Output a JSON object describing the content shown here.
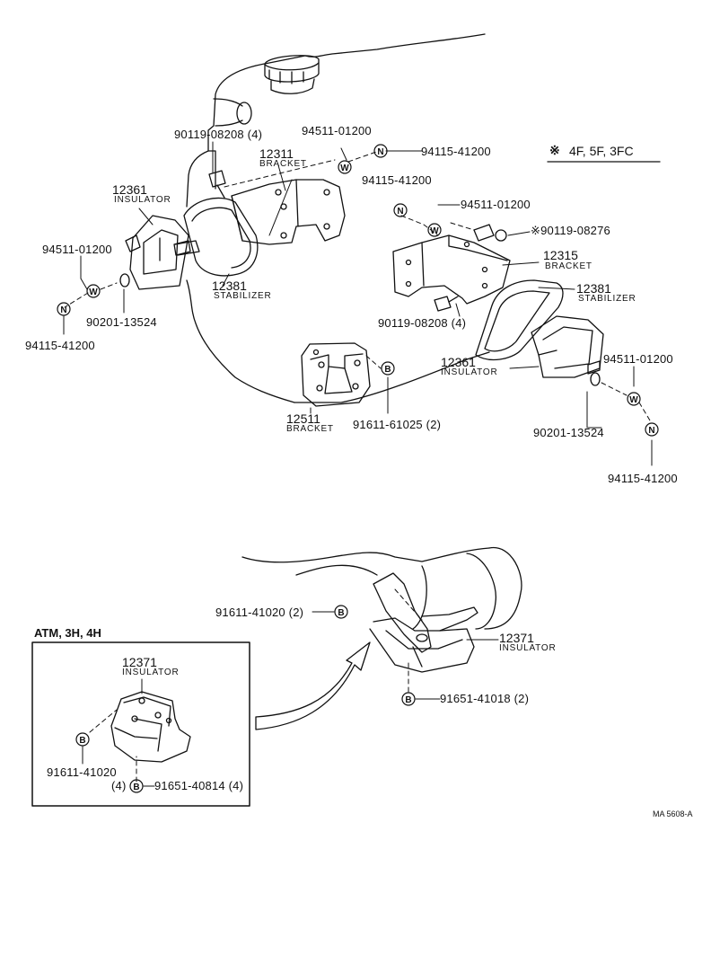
{
  "note": {
    "symbol": "※",
    "text": "4F, 5F, 3FC"
  },
  "inset": {
    "title": "ATM, 3H, 4H"
  },
  "drawing_code": "MA 5608-A",
  "callouts": {
    "c1_pn": "90119-08208 (4)",
    "c2_pn": "94511-01200",
    "c3_pn": "12311",
    "c3_nm": "BRACKET",
    "c4_pn": "94115-41200",
    "c5_pn": "12361",
    "c5_nm": "INSULATOR",
    "c6_pn": "94511-01200",
    "c7_pn": "90201-13524",
    "c8_pn": "94115-41200",
    "c9_pn": "12381",
    "c9_nm": "STABILIZER",
    "c10_pn": "94115-41200",
    "c11_pn": "94511-01200",
    "c12_pn": "※90119-08276",
    "c13_pn": "12315",
    "c13_nm": "BRACKET",
    "c14_pn": "12381",
    "c14_nm": "STABILIZER",
    "c15_pn": "90119-08208 (4)",
    "c16_pn": "12361",
    "c16_nm": "INSULATOR",
    "c17_pn": "94511-01200",
    "c18_pn": "90201-13524",
    "c19_pn": "94115-41200",
    "c20_pn": "12511",
    "c20_nm": "BRACKET",
    "c21_pn": "91611-61025 (2)",
    "c22_pn": "91611-41020 (2)",
    "c23_pn": "12371",
    "c23_nm": "INSULATOR",
    "c24_pn": "91651-41018 (2)",
    "c25_pn": "12371",
    "c25_nm": "INSULATOR",
    "c26_pn": "91611-41020",
    "c27_pn": "(4)",
    "c28_pn": "91651-40814 (4)"
  },
  "symbols": {
    "washer": "W",
    "nut": "N",
    "bolt": "B"
  }
}
